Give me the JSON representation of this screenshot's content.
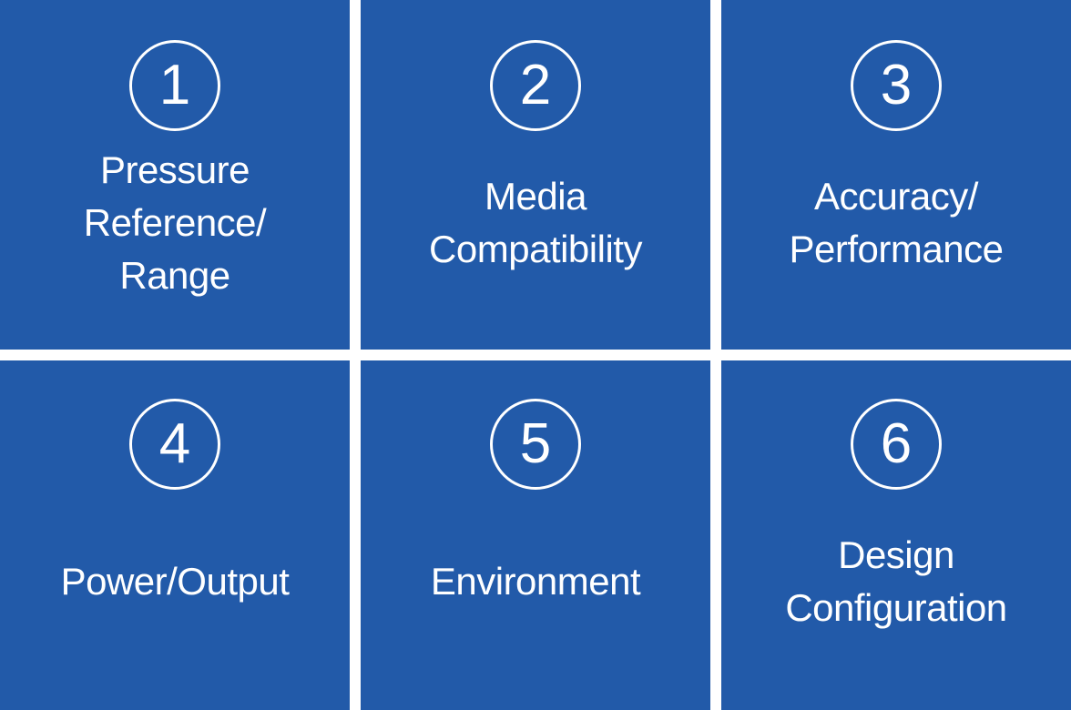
{
  "tiles": [
    {
      "number": "1",
      "label": "Pressure\nReference/\nRange"
    },
    {
      "number": "2",
      "label": "Media\nCompatibility"
    },
    {
      "number": "3",
      "label": "Accuracy/\nPerformance"
    },
    {
      "number": "4",
      "label": "Power/Output"
    },
    {
      "number": "5",
      "label": "Environment"
    },
    {
      "number": "6",
      "label": "Design\nConfiguration"
    }
  ],
  "colors": {
    "tile_background": "#225aa9",
    "text": "#ffffff",
    "divider": "#ffffff"
  }
}
